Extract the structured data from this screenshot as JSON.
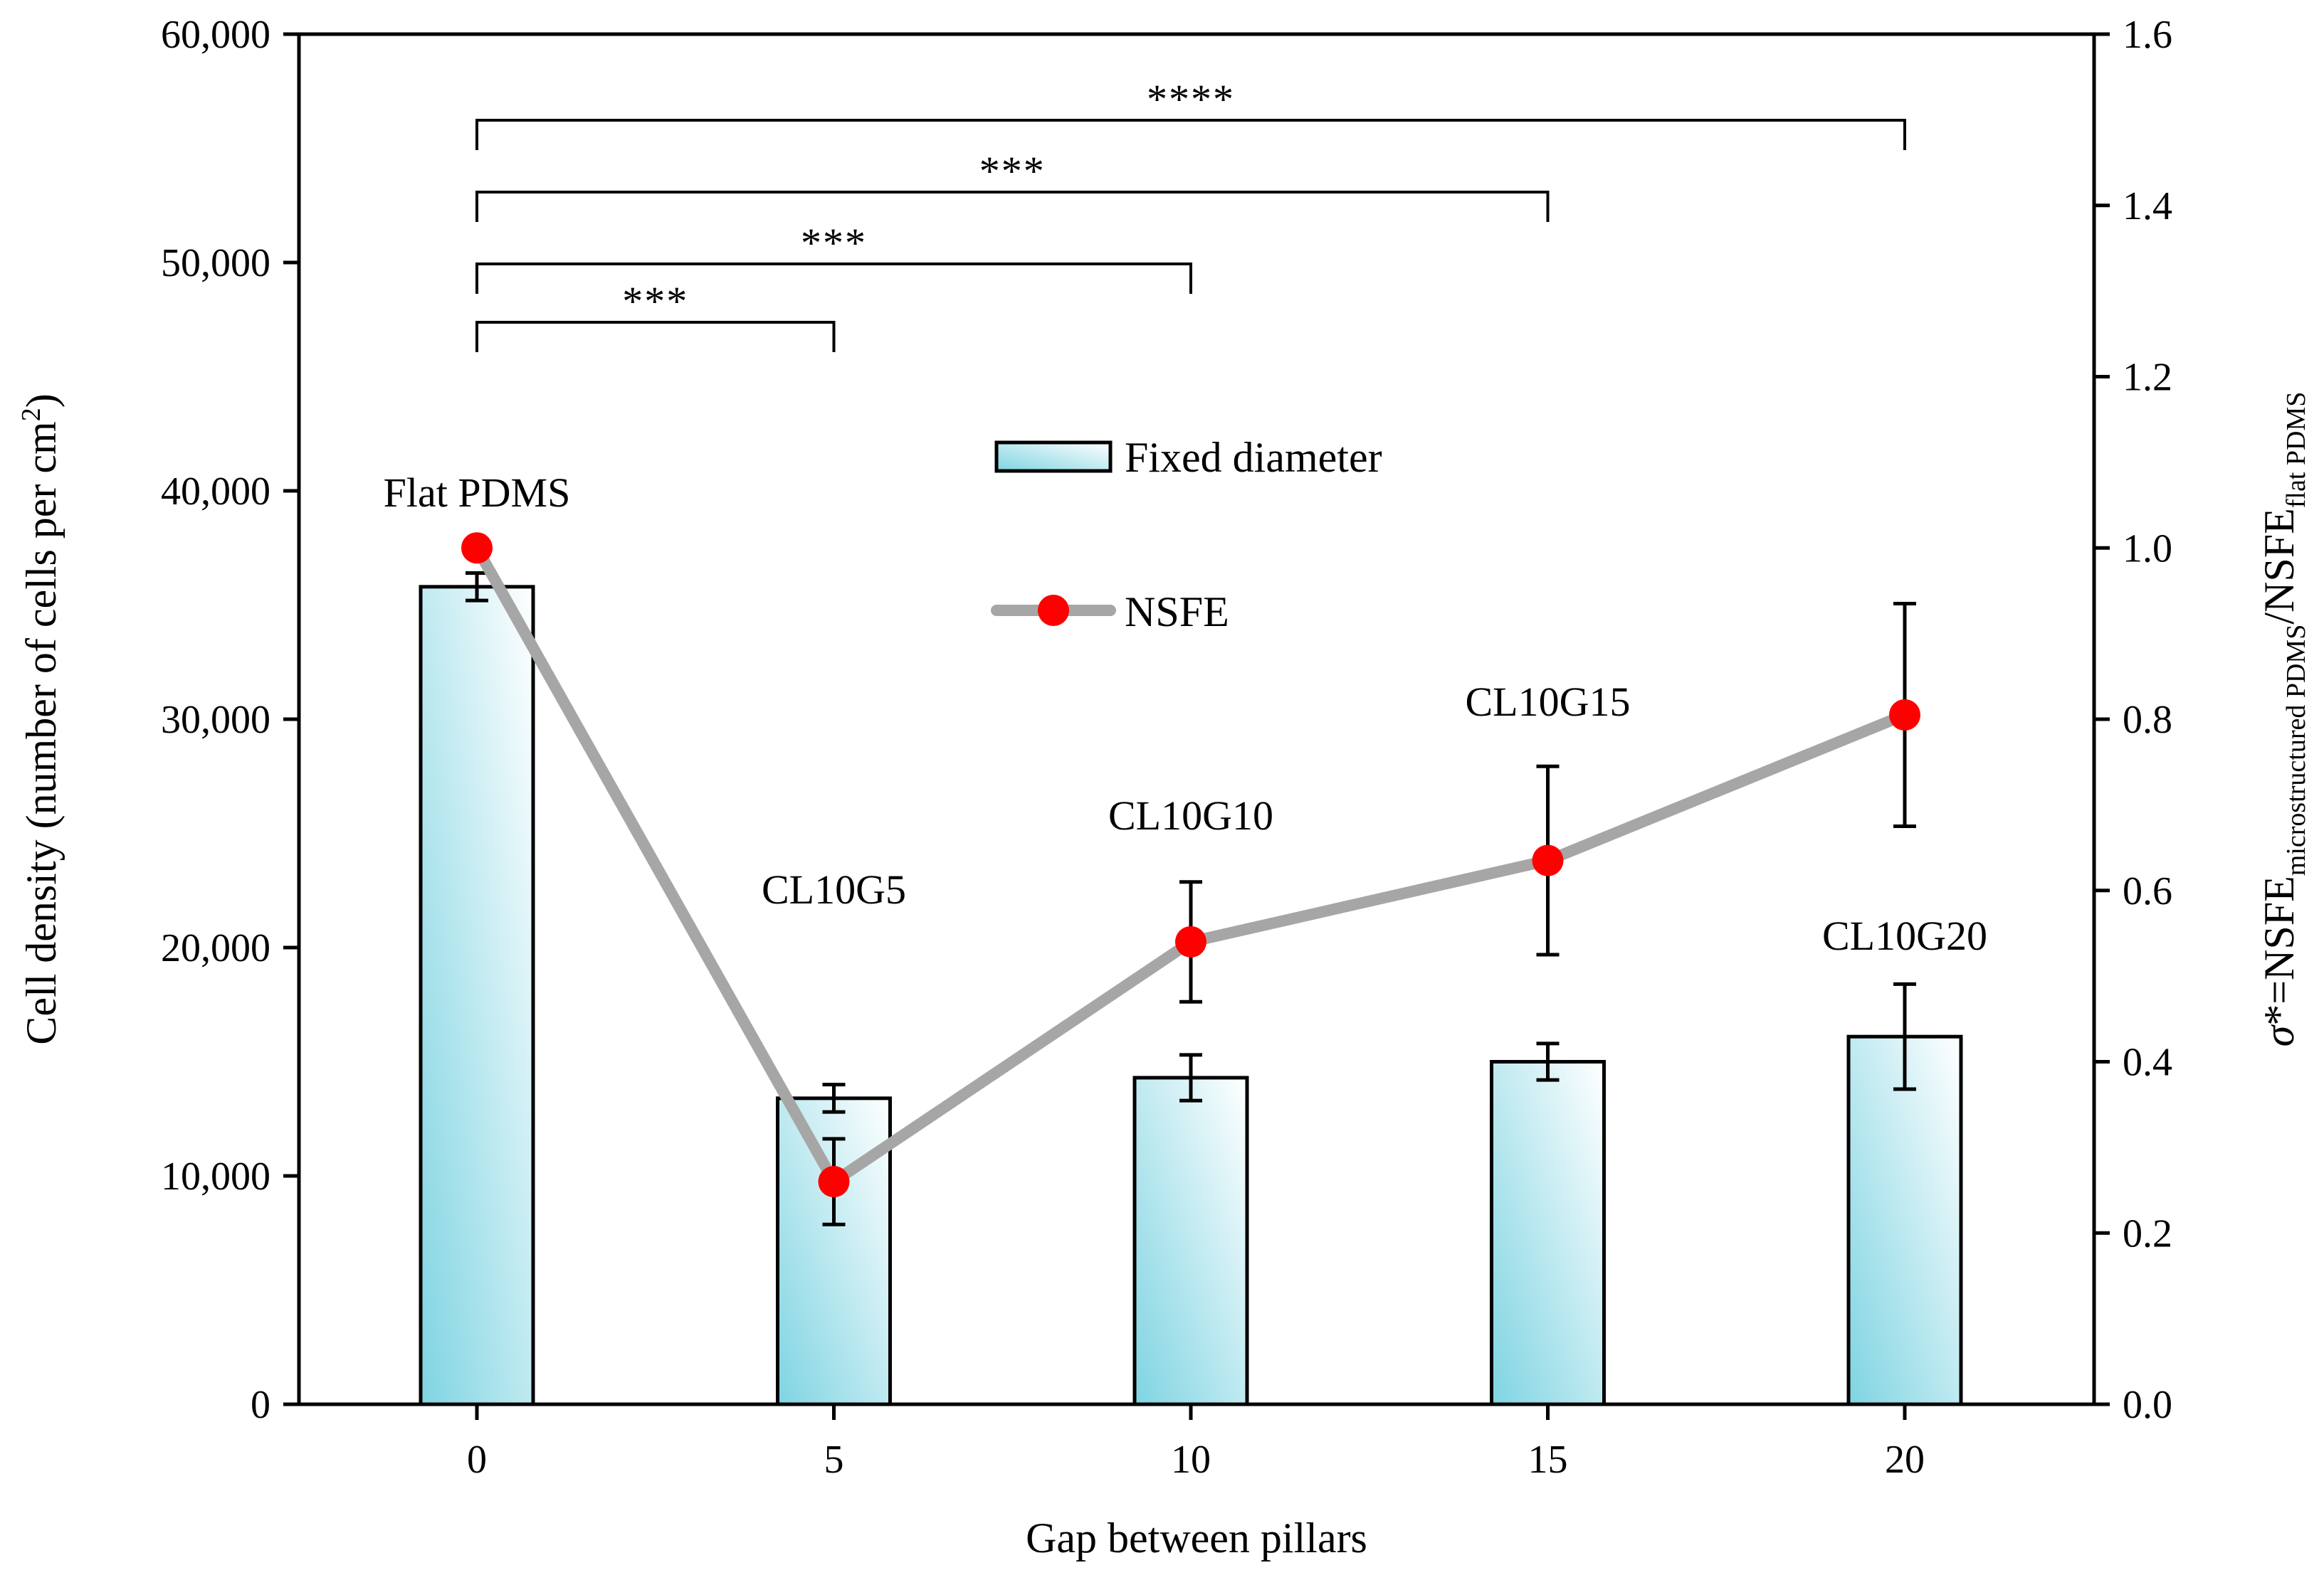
{
  "chart_data": {
    "type": "bar",
    "xlabel": "Gap between pillars",
    "ylabel": "Cell density (number of cells per cm²)",
    "ylabel_parts": {
      "main": "Cell density (number of cells per cm",
      "sup": "2",
      "end": ")"
    },
    "y2label_parts": {
      "sigma": "σ",
      "mid": "*=NSFE",
      "sub1": "microstructured PDMS",
      "slash": "/NSFE",
      "sub2": "flat PDMS"
    },
    "categories": [
      "0",
      "5",
      "10",
      "15",
      "20"
    ],
    "ylim": [
      0,
      60000
    ],
    "y_ticks": [
      "0",
      "10,000",
      "20,000",
      "30,000",
      "40,000",
      "50,000",
      "60,000"
    ],
    "y2lim": [
      0,
      1.6
    ],
    "y2_ticks": [
      "0.0",
      "0.2",
      "0.4",
      "0.6",
      "0.8",
      "1.0",
      "1.2",
      "1.4",
      "1.6"
    ],
    "bar_series": {
      "name": "Fixed diameter",
      "values": [
        35800,
        13400,
        14300,
        15000,
        16100
      ],
      "errors": [
        600,
        600,
        1000,
        800,
        2300
      ]
    },
    "line_series": {
      "name": "NSFE",
      "axis": "right",
      "values": [
        1.0,
        0.26,
        0.54,
        0.635,
        0.805
      ],
      "errors": [
        0,
        0.05,
        0.07,
        0.11,
        0.13
      ]
    },
    "point_labels": [
      "Flat PDMS",
      "CL10G5",
      "CL10G10",
      "CL10G15",
      "CL10G20"
    ],
    "significance": [
      {
        "from": 0,
        "to": 1,
        "label": "***"
      },
      {
        "from": 0,
        "to": 2,
        "label": "***"
      },
      {
        "from": 0,
        "to": 3,
        "label": "***"
      },
      {
        "from": 0,
        "to": 4,
        "label": "****"
      }
    ],
    "legend_placement": "center",
    "grid": false,
    "colors": {
      "bar_fill_dark": "#7fd4e2",
      "bar_fill_light": "#ffffff",
      "line": "#a6a6a6",
      "marker": "#ff0000"
    }
  }
}
